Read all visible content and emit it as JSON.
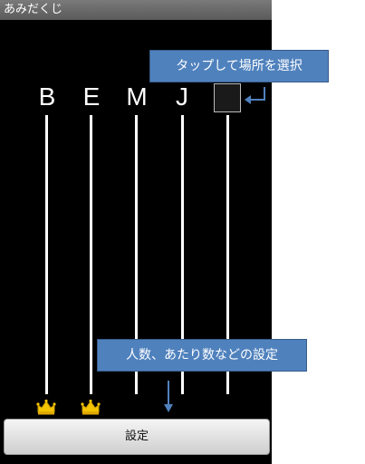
{
  "app": {
    "title": "あみだくじ"
  },
  "lanes": [
    {
      "label": "B",
      "has_crown": true
    },
    {
      "label": "E",
      "has_crown": true
    },
    {
      "label": "M",
      "has_crown": false
    },
    {
      "label": "J",
      "has_crown": false
    },
    {
      "label": "",
      "has_crown": false
    }
  ],
  "annotations": {
    "tap_to_select": "タップして場所を選択",
    "settings_hint": "人数、あたり数などの設定"
  },
  "buttons": {
    "settings_label": "設定"
  },
  "colors": {
    "callout": "#4f81bd",
    "crown": "#f5c400"
  }
}
